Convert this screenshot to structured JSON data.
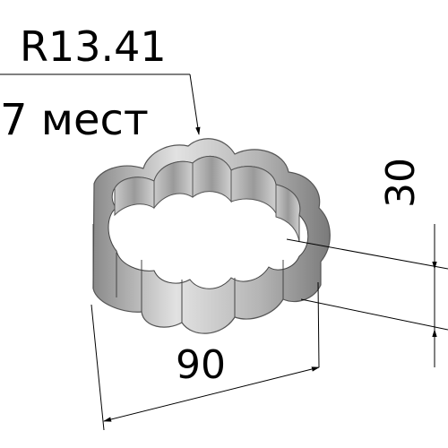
{
  "drawing": {
    "radius_label": "R13.41",
    "count_label": "7 мест",
    "height_label": "30",
    "width_label": "90",
    "colors": {
      "line": "#000000",
      "metal_light": "#d9d9d9",
      "metal_mid": "#a8a8a8",
      "metal_dark": "#6e6e6e"
    }
  }
}
